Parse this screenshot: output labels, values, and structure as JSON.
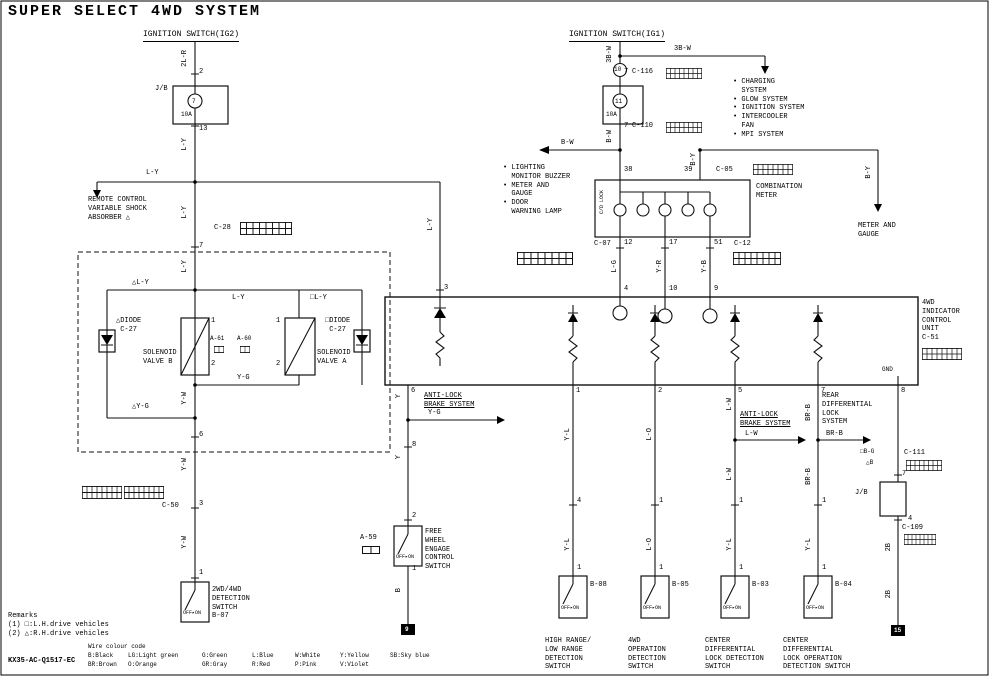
{
  "title": "SUPER SELECT 4WD SYSTEM",
  "code": "KX35-AC-Q1517-EC",
  "headers": {
    "ig2": "IGNITION SWITCH(IG2)",
    "ig1": "IGNITION SWITCH(IG1)"
  },
  "fuses": {
    "f7": "7",
    "f11": "11",
    "amp": "10A"
  },
  "grounds": {
    "g9": "9",
    "g15": "15"
  },
  "pins": {
    "p1": "1",
    "p2": "2",
    "p3": "3",
    "p4": "4",
    "p5": "5",
    "p6": "6",
    "p7": "7",
    "p8": "8",
    "p9": "9",
    "p10": "10",
    "p12": "12",
    "p13": "13",
    "p17": "17",
    "p38": "38",
    "p39": "39",
    "p51": "51"
  },
  "wires": {
    "r2lr": "2L-R",
    "bw3": "3B-W",
    "bw": "B-W",
    "by": "B-Y",
    "ly": "L-Y",
    "lg": "L-G",
    "yr": "Y-R",
    "yb": "Y-B",
    "yg": "Y-G",
    "yw": "Y-W",
    "y": "Y",
    "b": "B",
    "yl": "Y-L",
    "lo": "L-O",
    "lw": "L-W",
    "brb": "BR-B",
    "b2": "2B",
    "ly_tri": "△L-Y",
    "ly_sq": "□L-Y",
    "yg_tri": "△Y-G",
    "bg_sq": "□B-G",
    "b_tri": "△B"
  },
  "connectors": {
    "c28": "C-28",
    "c116": "C-116",
    "c110": "C-110",
    "c05": "C-05",
    "c07": "C-07",
    "c12": "C-12",
    "c50": "C-50",
    "c111": "C-111",
    "c109": "C-109",
    "a61": "A-61",
    "a60": "A-60",
    "a59": "A-59"
  },
  "labels": {
    "jb": "J/B",
    "circ10": "10",
    "remote": "REMOTE CONTROL\nVARIABLE SHOCK\nABSORBER △",
    "sys_list": "• CHARGING\n  SYSTEM\n• GLOW SYSTEM\n• IGNITION SYSTEM\n• INTERCOOLER\n  FAN\n• MPI SYSTEM",
    "light_list": "• LIGHTING\n  MONITOR BUZZER\n• METER AND\n  GAUGE\n• DOOR\n  WARNING LAMP",
    "combination_meter": "COMBINATION\nMETER",
    "cd_lock": "C/D LOCK",
    "meter_gauge": "METER AND\nGAUGE",
    "unit": "4WD\nINDICATOR\nCONTROL\nUNIT\nC-51",
    "gnd": "GND",
    "diode_l": "△DIODE\n C-27",
    "diode_r": "□DIODE\n C-27",
    "sol_b": "SOLENOID\nVALVE B",
    "sol_a": "SOLENOID\nVALVE A",
    "abs": "ANTI-LOCK\nBRAKE SYSTEM",
    "rear_diff": "REAR\nDIFFERENTIAL\nLOCK\nSYSTEM",
    "freewheel": "FREE\nWHEEL\nENGAGE\nCONTROL\nSWITCH",
    "sw_b07": "2WD/4WD\nDETECTION\nSWITCH\nB-07",
    "sw_b08": "HIGH RANGE/\nLOW RANGE\nDETECTION\nSWITCH",
    "sw_b05": "4WD\nOPERATION\nDETECTION\nSWITCH",
    "sw_b03": "CENTER\nDIFFERENTIAL\nLOCK DETECTION\nSWITCH",
    "sw_b04": "CENTER\nDIFFERENTIAL\nLOCK OPERATION\nDETECTION SWITCH",
    "b08": "B-08",
    "b05": "B-05",
    "b03": "B-03",
    "b04": "B-04",
    "off_on": "OFF▸ON"
  },
  "remarks": "Remarks\n(1) □:L.H.drive vehicles\n(2) △:R.H.drive vehicles",
  "legend": {
    "title": "Wire colour code",
    "row1": [
      "B:Black",
      "LG:Light green",
      "G:Green",
      "L:Blue",
      "W:White",
      "Y:Yellow",
      "SB:Sky blue"
    ],
    "row2": [
      "BR:Brown",
      "O:Orange",
      "GR:Gray",
      "R:Red",
      "P:Pink",
      "V:Violet"
    ]
  }
}
